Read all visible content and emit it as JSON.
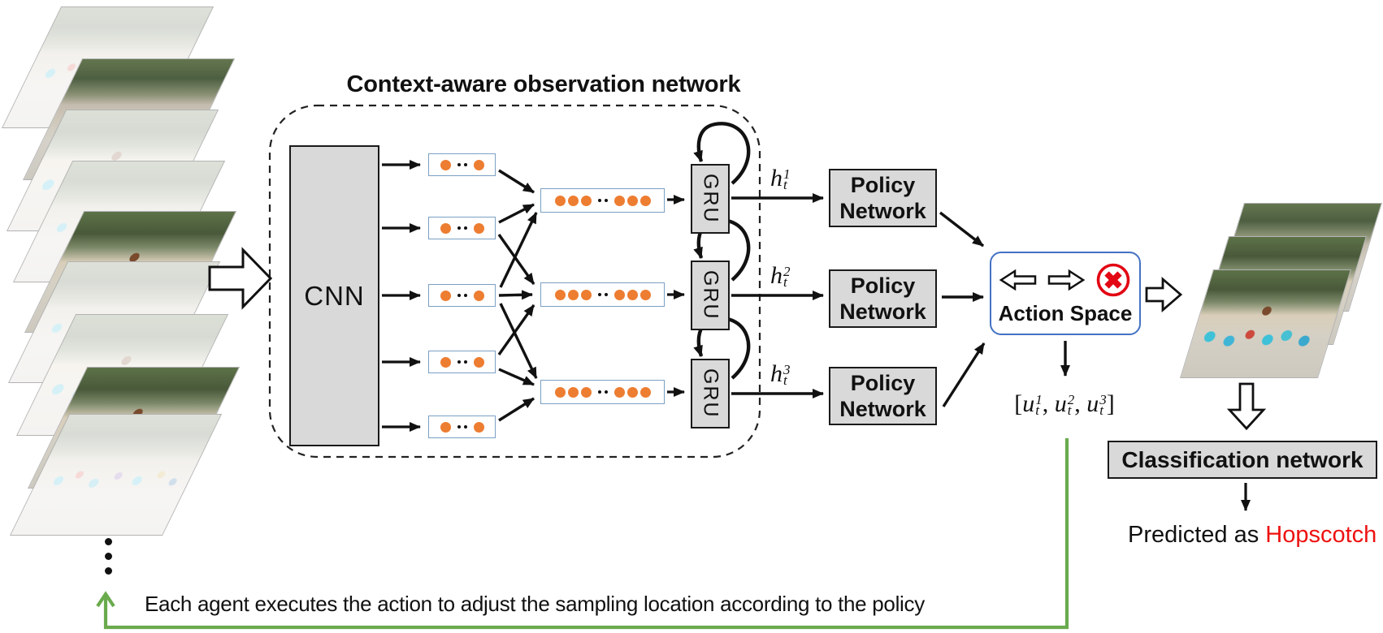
{
  "title": "Context-aware observation network",
  "labels": {
    "cnn": "CNN",
    "gru": "GRU"
  },
  "feature_vectors": {
    "small": {
      "count": 5,
      "left_dots": 1,
      "right_dots": 1,
      "ellipsis": ". ."
    },
    "large": {
      "count": 3,
      "left_dots": 3,
      "right_dots": 3,
      "ellipsis": ". ."
    }
  },
  "h_labels": [
    {
      "base": "h",
      "sup": "1",
      "sub": "t"
    },
    {
      "base": "h",
      "sup": "2",
      "sub": "t"
    },
    {
      "base": "h",
      "sup": "3",
      "sub": "t"
    }
  ],
  "policy": {
    "line1": "Policy",
    "line2": "Network"
  },
  "action_space": {
    "label": "Action Space",
    "icons": [
      "move-left-arrow",
      "move-right-arrow",
      "stop-x"
    ]
  },
  "action_vector": {
    "open": "[",
    "close": "]",
    "sep": ", ",
    "items": [
      {
        "base": "u",
        "sup": "1",
        "sub": "t"
      },
      {
        "base": "u",
        "sup": "2",
        "sub": "t"
      },
      {
        "base": "u",
        "sup": "3",
        "sub": "t"
      }
    ]
  },
  "classification": {
    "label": "Classification network"
  },
  "prediction": {
    "prefix": "Predicted as ",
    "class_name": "Hopscotch",
    "class_color": "#ee1111"
  },
  "feedback_note": {
    "text": "Each agent executes the action to adjust the sampling location according to the policy"
  },
  "colors": {
    "box_fill": "#d9d9d9",
    "neuron_orange": "#ED7D31",
    "vector_border": "#7ba0c4",
    "action_border": "#4472C4",
    "stop_red": "#e30613",
    "feedback_green": "#6aab4d"
  }
}
